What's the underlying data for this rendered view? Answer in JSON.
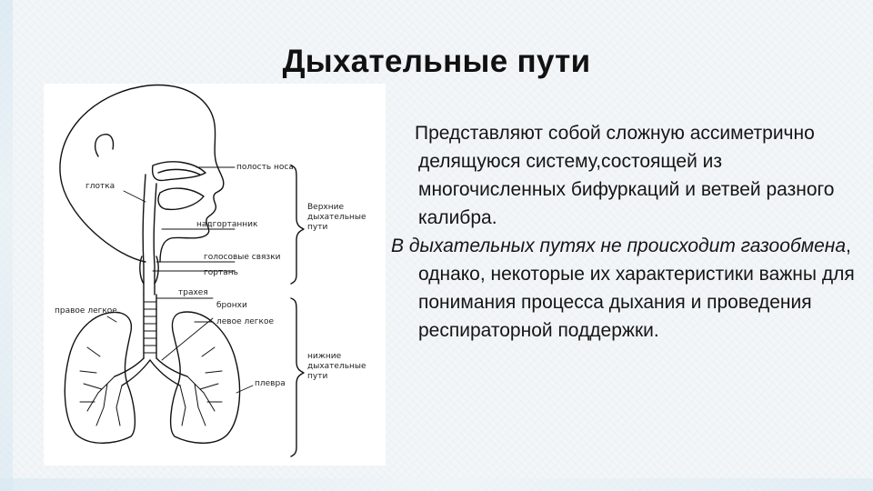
{
  "slide": {
    "title": "Дыхательные пути"
  },
  "diagram": {
    "labels": {
      "nasal_cavity": "полость носа",
      "pharynx": "глотка",
      "upper_1": "Верхние",
      "upper_2": "дыхательные",
      "upper_3": "пути",
      "epiglottis": "надгортанник",
      "vocal_cords": "голосовые связки",
      "larynx": "гортань",
      "right_lung": "правое легкое",
      "trachea": "трахея",
      "bronchi": "бронхи",
      "left_lung": "левое легкое",
      "lower_1": "нижние",
      "lower_2": "дыхательные",
      "lower_3": "пути",
      "pleura": "плевра"
    }
  },
  "text": {
    "p1": "Представляют собой сложную ассиметрично делящуюся систему,состоящей из многочисленных бифуркаций и ветвей разного калибра.",
    "p2_italic": "В дыхательных путях не происходит газообмена",
    "p2_rest": ", однако, некоторые их характеристики важны для понимания процесса дыхания и проведения респираторной поддержки."
  }
}
